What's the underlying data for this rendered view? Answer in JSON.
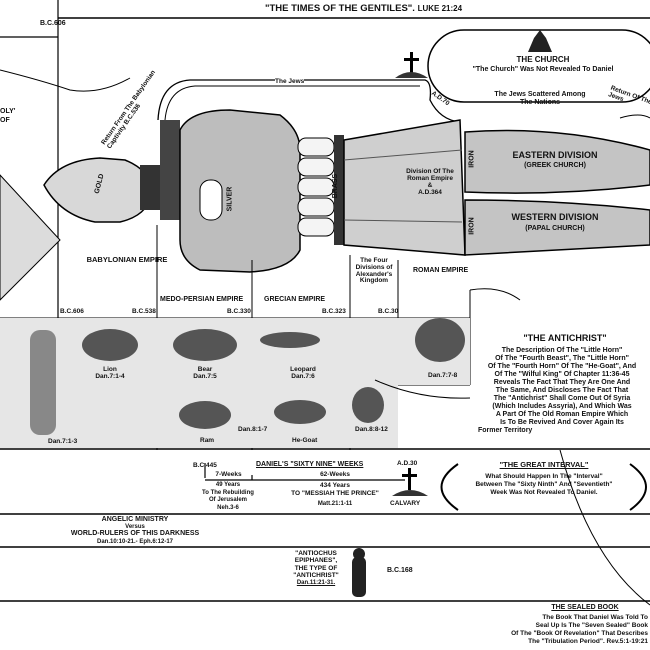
{
  "header": {
    "title": "\"The Times Of The Gentiles\".",
    "reference": "Luke 21:24",
    "start_date": "B.C.606"
  },
  "left_edge": {
    "fragment1": "OLY'",
    "fragment2": "OF"
  },
  "top": {
    "jews_label": "The Jews",
    "return_babylon": "Return From The Babylonian Captivity B.C.536",
    "ad70": "A.D.70",
    "church_title": "The Church",
    "church_note": "\"The Church\" Was Not Revealed To Daniel",
    "scattered": [
      "The Jews Scattered Among",
      "The Nations"
    ],
    "return_jews": "Return Of The Jews"
  },
  "statue": {
    "gold": "Gold",
    "silver": "Silver",
    "brass": "Brass",
    "iron": "Iron",
    "division_note": [
      "Division Of The",
      "Roman Empire",
      "&",
      "A.D.364"
    ],
    "eastern": "Eastern Division",
    "eastern_sub": "(Greek Church)",
    "western": "Western Division",
    "western_sub": "(Papal Church)"
  },
  "empires": [
    {
      "name": "Babylonian Empire",
      "date": "B.C.606"
    },
    {
      "name": "Medo-Persian Empire",
      "date": "B.C.538"
    },
    {
      "name": "Grecian Empire",
      "date": "B.C.330"
    },
    {
      "name": "The Four Divisions of Alexander's Kingdom",
      "date": "B.C.323"
    },
    {
      "name": "Roman Empire",
      "date": "B.C.30"
    }
  ],
  "beasts": [
    {
      "name": "Lion",
      "ref": "Dan.7:1-4"
    },
    {
      "name": "Bear",
      "ref": "Dan.7:5"
    },
    {
      "name": "Leopard",
      "ref": "Dan.7:6"
    },
    {
      "name": "",
      "ref": "Dan.7:7-8"
    },
    {
      "name": "Ram",
      "ref": "Dan.8:1-7"
    },
    {
      "name": "He-Goat",
      "ref": ""
    },
    {
      "name": "",
      "ref": "Dan.8:8-12"
    },
    {
      "name": "",
      "ref": "Dan.7:1-3"
    }
  ],
  "antichrist": {
    "title": "\"The Antichrist\"",
    "body": [
      "The Description Of The \"Little Horn\"",
      "Of The \"Fourth Beast\", The \"Little Horn\"",
      "Of The \"Fourth Horn\" Of The \"He-Goat\", And",
      "Of The \"Wilful King\" Of Chapter 11:36-45",
      "Reveals The Fact That They Are One And",
      "The Same, And Discloses The Fact That",
      "The \"Antichrist\" Shall Come Out Of Syria",
      "(Which Includes Assyria), And Which Was",
      "A Part Of The Old Roman Empire Which",
      "Is To Be Revived And Cover Again Its",
      "Former Territory"
    ]
  },
  "weeks": {
    "start": "B.C.445",
    "title": "Daniel's \"Sixty Nine\" Weeks",
    "end": "A.D.30",
    "seven": "7-Weeks",
    "seven_years": "49 Years",
    "seven_note": [
      "To The Rebuilding",
      "Of Jerusalem"
    ],
    "seven_ref": "Neh.3-6",
    "sixtytwo": "62-Weeks",
    "years": "434 Years",
    "messiah": "To \"Messiah The Prince\"",
    "ref": "Matt.21:1-11",
    "calvary": "Calvary"
  },
  "interval": {
    "title": "\"The Great Interval\"",
    "body": [
      "What Should Happen In The \"Interval\"",
      "Between The \"Sixty Ninth\" And \"Seventieth\"",
      "Week Was Not Revealed To Daniel."
    ]
  },
  "angelic": {
    "title": "Angelic Ministry",
    "versus": "Versus",
    "sub": "World-Rulers Of This Darkness",
    "ref": "Dan.10:10-21.- Eph.6:12-17"
  },
  "antiochus": {
    "lines": [
      "\"Antiochus",
      "Epiphanes\",",
      "The Type Of",
      "\"Antichrist\""
    ],
    "ref": "Dan.11:21-31.",
    "date": "B.C.168"
  },
  "sealed": {
    "title": "The Sealed Book",
    "body": [
      "The Book That Daniel Was Told To",
      "Seal Up Is The \"Seven Sealed\" Book",
      "Of The \"Book Of Revelation\" That Describes",
      "The \"Tribulation Period\". Rev.5:1-19:21"
    ]
  }
}
